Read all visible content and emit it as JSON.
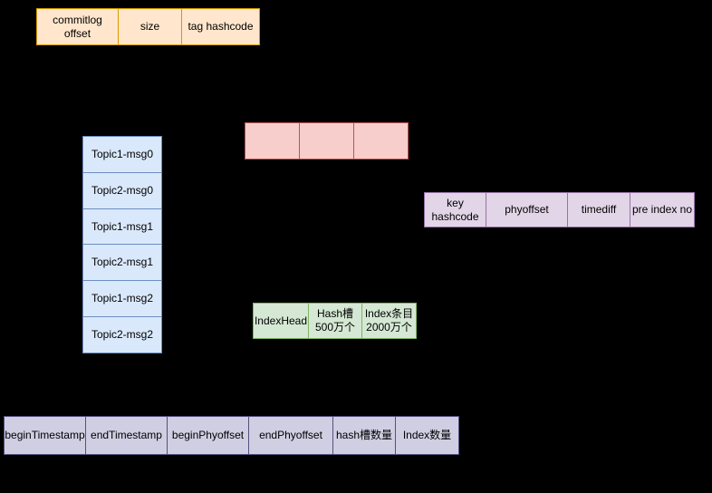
{
  "canvas": {
    "background": "#000000"
  },
  "tables": {
    "commitlog_entry": {
      "fill": "#FFE6CC",
      "stroke": "#D79B00",
      "cells": [
        {
          "label": "commitlog\noffset"
        },
        {
          "label": "size"
        },
        {
          "label": "tag hashcode"
        }
      ]
    },
    "consume_queue": {
      "fill": "#DAE8FC",
      "stroke": "#6C8EBF",
      "rows": [
        {
          "label": "Topic1-msg0"
        },
        {
          "label": "Topic2-msg0"
        },
        {
          "label": "Topic1-msg1"
        },
        {
          "label": "Topic2-msg1"
        },
        {
          "label": "Topic1-msg2"
        },
        {
          "label": "Topic2-msg2"
        }
      ]
    },
    "hash_slots": {
      "fill": "#F8CECC",
      "stroke": "#B85450",
      "cells": [
        {
          "label": ""
        },
        {
          "label": ""
        },
        {
          "label": ""
        }
      ]
    },
    "index_entry": {
      "fill": "#E1D5E7",
      "stroke": "#9673A6",
      "cells": [
        {
          "label": "key\nhashcode"
        },
        {
          "label": "phyoffset"
        },
        {
          "label": "timediff"
        },
        {
          "label": "pre index no"
        }
      ]
    },
    "index_file": {
      "fill": "#D5E8D4",
      "stroke": "#82B366",
      "cells": [
        {
          "label": "IndexHead"
        },
        {
          "label": "Hash槽\n500万个"
        },
        {
          "label": "Index条目\n2000万个"
        }
      ]
    },
    "index_header": {
      "fill": "#D0CEE2",
      "stroke": "#56517E",
      "cells": [
        {
          "label": "beginTimestamp"
        },
        {
          "label": "endTimestamp"
        },
        {
          "label": "beginPhyoffset"
        },
        {
          "label": "endPhyoffset"
        },
        {
          "label": "hash槽数量"
        },
        {
          "label": "Index数量"
        }
      ]
    }
  }
}
